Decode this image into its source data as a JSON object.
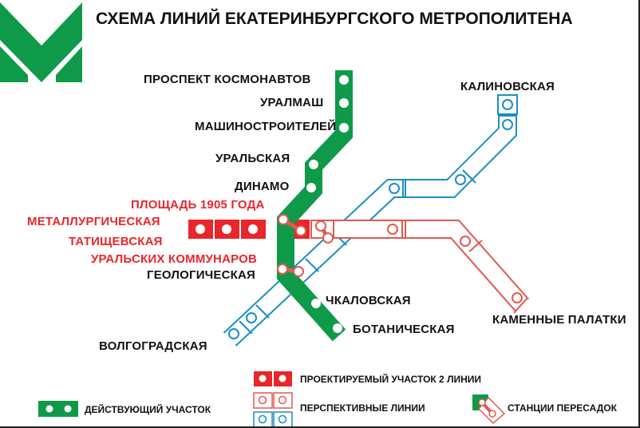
{
  "title": "СХЕМА ЛИНИЙ ЕКАТЕРИНБУРГСКОГО МЕТРОПОЛИТЕНА",
  "colors": {
    "green": "#0e9a48",
    "red": "#e8262b",
    "red_outline": "#e05a50",
    "blue": "#1a8ec4"
  },
  "stations": {
    "prospekt_kosmonavtov": "ПРОСПЕКТ КОСМОНАВТОВ",
    "uralmash": "УРАЛМАШ",
    "mashinostroiteley": "МАШИНОСТРОИТЕЛЕЙ",
    "uralskaya": "УРАЛЬСКАЯ",
    "dinamo": "ДИНАМО",
    "ploshchad_1905": "ПЛОЩАДЬ 1905 ГОДА",
    "metallurgicheskaya": "МЕТАЛЛУРГИЧЕСКАЯ",
    "tatishchevskaya": "ТАТИЩЕВСКАЯ",
    "uralskikh_kommunarov": "УРАЛЬСКИХ КОММУНАРОВ",
    "geologicheskaya": "ГЕОЛОГИЧЕСКАЯ",
    "chkalovskaya": "ЧКАЛОВСКАЯ",
    "botanicheskaya": "БОТАНИЧЕСКАЯ",
    "volgogradskaya": "ВОЛГОГРАДСКАЯ",
    "kalinovskaya": "КАЛИНОВСКАЯ",
    "kamennye_palatki": "КАМЕННЫЕ ПАЛАТКИ"
  },
  "legend": {
    "operating": "ДЕЙСТВУЮЩИЙ  УЧАСТОК",
    "projected": "ПРОЕКТИРУЕМЫЙ УЧАСТОК 2 ЛИНИИ",
    "perspective": "ПЕРСПЕКТИВНЫЕ ЛИНИИ",
    "transfer": "СТАНЦИИ ПЕРЕСАДОК"
  }
}
